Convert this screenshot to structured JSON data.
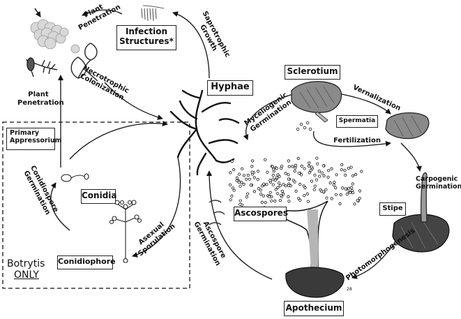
{
  "boxes": {
    "infection_structures": "Infection Structures*",
    "hyphae": "Hyphae",
    "sclerotium": "Sclerotium",
    "spermatia": "Spermatia",
    "primary_appressorium": "Primary Appressorium",
    "conidia": "Conidia",
    "conidiophore": "Conidiophore",
    "ascospores": "Ascospores",
    "stipe": "Stipe",
    "apothecium": "Apothecium"
  },
  "labels": {
    "plant_penetration_top": "Plant Penetration",
    "saprotrophic_growth": "Saprotrophic Growth",
    "necrotrophic_colonization": "Necrotrophic Colonization",
    "plant_penetration_left": "Plant Penetration",
    "myceliogenic_germination": "Myceliogenic Germination",
    "vernalization": "Vernalization",
    "fertilization": "Fertilization",
    "conidiospore_germination": "Conidiospore Germination",
    "asexual_sporulation": "Asexual Sporulation",
    "ascospore_germination": "Ascospore Germination",
    "carpogenic_germination": "Carpogenic Germination",
    "photomorphogenesis": "Photomorphogenesis",
    "botrytis_line1": "Botrytis",
    "botrytis_line2": "ONLY",
    "figure_number": "28"
  },
  "colors": {
    "line": "#111111",
    "sclerotium_fill": "#8a8a8a",
    "apothecium_fill": "#3a3a3a",
    "stipe_fill": "#9a9a9a",
    "grape_fill": "#d8d8d8",
    "leaf_fill": "#ffffff"
  }
}
